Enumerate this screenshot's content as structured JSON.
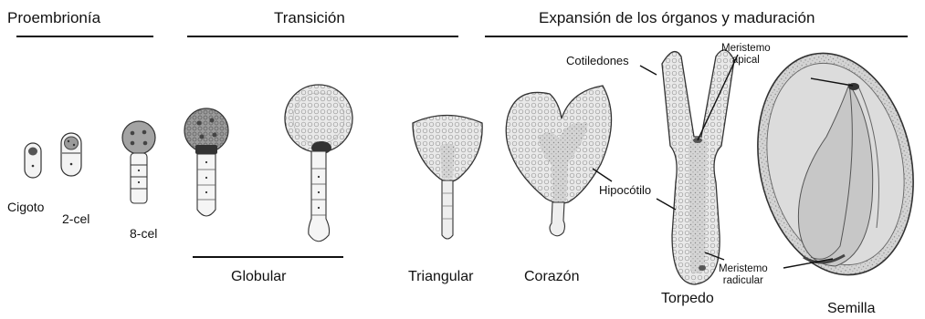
{
  "headers": {
    "proembryo": "Proembrionía",
    "transition": "Transición",
    "expansion": "Expansión de los órganos y maduración"
  },
  "stages": {
    "zygote": "Cigoto",
    "two_cell": "2-cel",
    "eight_cell": "8-cel",
    "globular": "Globular",
    "triangular": "Triangular",
    "heart": "Corazón",
    "torpedo": "Torpedo",
    "seed": "Semilla"
  },
  "structures": {
    "cotyledons": "Cotiledones",
    "apical_meristem_1": "Meristemo",
    "apical_meristem_2": "apical",
    "hypocotyl": "Hipocótilo",
    "root_meristem_1": "Meristemo",
    "root_meristem_2": "radicular"
  },
  "colors": {
    "ink": "#111111",
    "tissue_light": "#e6e6e6",
    "tissue_mid": "#bdbdbd",
    "tissue_dark": "#6e6e6e"
  }
}
